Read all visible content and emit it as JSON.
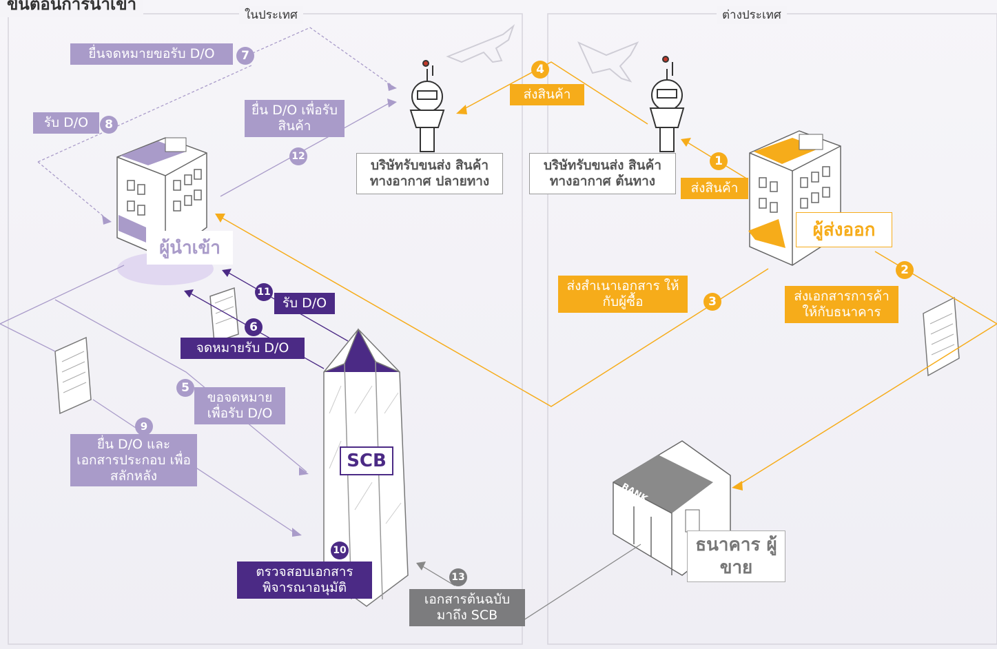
{
  "title": "ขั้นตอนการนำเข้า",
  "regions": {
    "domestic": "ในประเทศ",
    "foreign": "ต่างประเทศ"
  },
  "parties": {
    "importer": "ผู้นำเข้า",
    "exporter": "ผู้ส่งออก",
    "scb": "SCB",
    "seller_bank": "ธนาคาร ผู้ขาย",
    "bank_sign": "BANK",
    "airline_dest": "บริษัทรับขนส่ง สินค้าทางอากาศ ปลายทาง",
    "airline_origin": "บริษัทรับขนส่ง สินค้าทางอากาศ ต้นทาง"
  },
  "steps": [
    {
      "n": "1",
      "label": "ส่งสินค้า",
      "color": "#f6ac1a"
    },
    {
      "n": "2",
      "label": "ส่งเอกสารการค้า ให้กับธนาคาร",
      "color": "#f6ac1a"
    },
    {
      "n": "3",
      "label": "ส่งสำเนาเอกสาร ให้กับผู้ซื้อ",
      "color": "#f6ac1a"
    },
    {
      "n": "4",
      "label": "ส่งสินค้า",
      "color": "#f6ac1a"
    },
    {
      "n": "5",
      "label": "ขอจดหมาย เพื่อรับ D/O",
      "color": "#a99bc9"
    },
    {
      "n": "6",
      "label": "จดหมายรับ D/O",
      "color": "#4b2a85"
    },
    {
      "n": "7",
      "label": "ยื่นจดหมายขอรับ D/O",
      "color": "#a99bc9"
    },
    {
      "n": "8",
      "label": "รับ D/O",
      "color": "#a99bc9"
    },
    {
      "n": "9",
      "label": "ยื่น D/O และ เอกสารประกอบ เพื่อสลักหลัง",
      "color": "#a99bc9"
    },
    {
      "n": "10",
      "label": "ตรวจสอบเอกสาร พิจารณาอนุมัติ",
      "color": "#4b2a85"
    },
    {
      "n": "11",
      "label": "รับ D/O",
      "color": "#4b2a85"
    },
    {
      "n": "12",
      "label": "ยื่น D/O เพื่อรับสินค้า",
      "color": "#a99bc9"
    },
    {
      "n": "13",
      "label": "เอกสารต้นฉบับ มาถึง SCB",
      "color": "#7c7c7e"
    }
  ]
}
